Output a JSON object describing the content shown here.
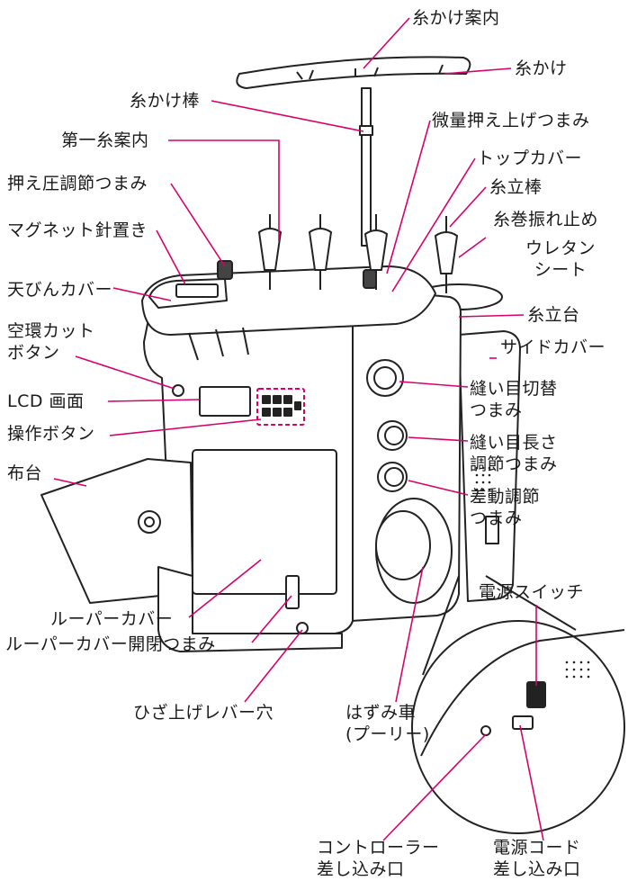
{
  "colors": {
    "leader": "#d8006b",
    "outline": "#222222",
    "fill": "#ffffff",
    "text": "#1a1a1a"
  },
  "labels": {
    "thread_guide": "糸かけ案内",
    "thread_hook": "糸かけ",
    "thread_rod": "糸かけ棒",
    "fine_presser_knob": "微量押え上げつまみ",
    "first_thread_guide": "第一糸案内",
    "top_cover": "トップカバー",
    "presser_adjust_knob": "押え圧調節つまみ",
    "spool_pin": "糸立棒",
    "magnet_needle_holder": "マグネット針置き",
    "spool_stabilizer": "糸巻振れ止め",
    "urethane_sheet": "ウレタン\nシート",
    "thread_takeup_cover": "天びんカバー",
    "spool_stand": "糸立台",
    "air_cut_button": "空環カット\nボタン",
    "side_cover": "サイドカバー",
    "stitch_selector_knob": "縫い目切替\nつまみ",
    "lcd_screen": "LCD 画面",
    "operation_buttons": "操作ボタン",
    "stitch_length_knob": "縫い目長さ\n調節つまみ",
    "cloth_plate": "布台",
    "differential_knob": "差動調節\nつまみ",
    "power_switch": "電源スイッチ",
    "looper_cover": "ルーパーカバー",
    "looper_cover_knob": "ルーパーカバー開閉つまみ",
    "knee_lifter_hole": "ひざ上げレバー穴",
    "handwheel": "はずみ車\n(プーリー)",
    "controller_jack": "コントローラー\n差し込み口",
    "power_cord_jack": "電源コード\n差し込み口"
  }
}
